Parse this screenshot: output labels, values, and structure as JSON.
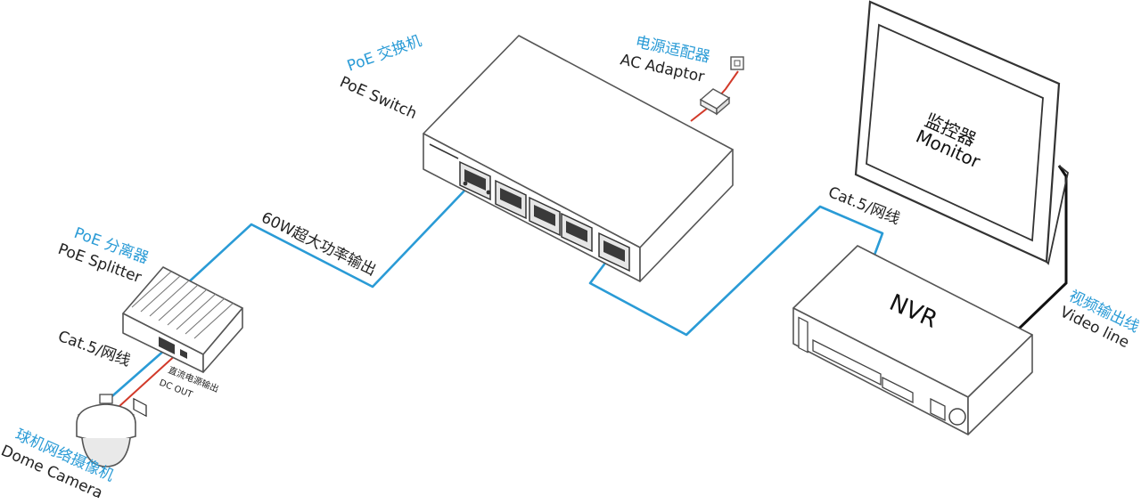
{
  "labels": {
    "switch_cn": "PoE 交换机",
    "switch_en": "PoE Switch",
    "adapter_cn": "电源适配器",
    "adapter_en": "AC Adaptor",
    "cable_60w": "60W超大功率输出",
    "splitter_cn": "PoE 分离器",
    "splitter_en": "PoE Splitter",
    "cat5_left": "Cat.5/网线",
    "dc_cn": "直流电源输出",
    "dc_en": "DC OUT",
    "camera_cn": "球机网络摄像机",
    "camera_en": "Dome Camera",
    "cat5_right": "Cat.5/网线",
    "nvr": "NVR",
    "monitor_cn": "监控器",
    "monitor_en": "Monitor",
    "video_cn": "视频输出线",
    "video_en": "Video line"
  },
  "colors": {
    "network_cable": "#2a9bd6",
    "power_cable": "#d23a2a",
    "video_cable": "#111111",
    "chinese_label": "#2a9bd6"
  }
}
